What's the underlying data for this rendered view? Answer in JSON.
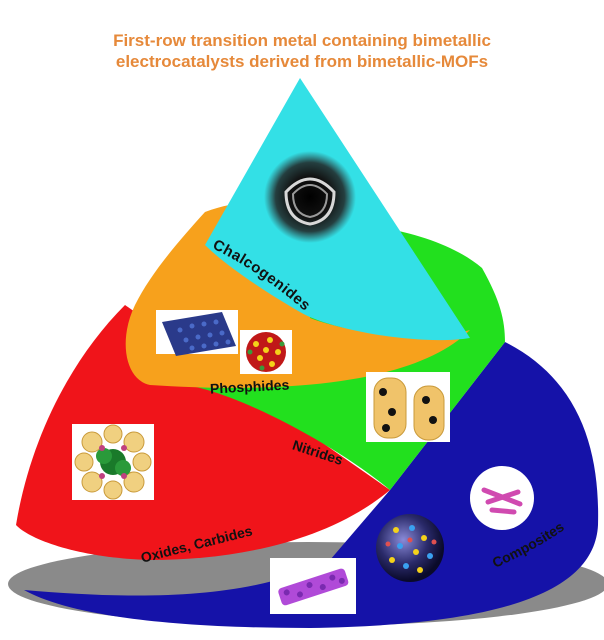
{
  "title": {
    "line1": "First-row transition metal containing bimetallic",
    "line2": "electrocatalysts derived from bimetallic-MOFs"
  },
  "segments": [
    {
      "key": "chalcogenides",
      "label": "Chalcogenides",
      "color": "#33e0e6",
      "icon": "hollow-nanocage-image"
    },
    {
      "key": "phosphides",
      "label": "Phosphides",
      "color": "#f7a11c",
      "icon": "nanosheet-and-particle-image"
    },
    {
      "key": "nitrides",
      "label": "Nitrides",
      "color": "#22e01e",
      "icon": "nanorod-image"
    },
    {
      "key": "oxides_carbides",
      "label": "Oxides, Carbides",
      "color": "#f0141a",
      "icon": "crystal-lattice-image"
    },
    {
      "key": "composites",
      "label": "Composites",
      "color": "#1512a8",
      "icon": "nanosphere-composite-image"
    }
  ],
  "colors": {
    "title": "#e6893a",
    "outline": "#333333",
    "shadow": "#8a8a8a"
  }
}
